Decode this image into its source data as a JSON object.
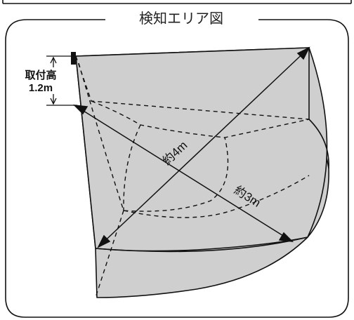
{
  "figure": {
    "title": "検知エリア図",
    "mount_height_label_line1": "取付高",
    "mount_height_label_line2": "1.2m",
    "distance_long_label": "約4m",
    "distance_short_label": "約3m"
  },
  "colors": {
    "area_fill": "#cfcfcf",
    "line": "#111111",
    "background": "#ffffff",
    "sensor": "#111111"
  }
}
